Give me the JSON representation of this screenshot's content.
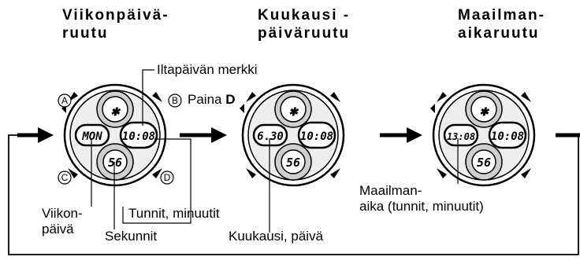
{
  "headings": {
    "weekday": "Viikonpäivä-\nruutu",
    "month_day": "Kuukausi -\npäiväruutu",
    "world_time": "Maailman-\naikaruutu"
  },
  "callouts": {
    "pm_indicator": "Iltapäivän merkki",
    "press_prefix": "Paina ",
    "press_key": "D",
    "weekday": "Viikon-\npäivä",
    "hours_minutes": "Tunnit, minuutit",
    "seconds": "Sekunnit",
    "month_day": "Kuukausi, päivä",
    "world_time": "Maailman-\naika (tunnit, minuutit)"
  },
  "watch_buttons": {
    "a": "A",
    "b": "B",
    "c": "C",
    "d": "D"
  },
  "watches": [
    {
      "left_display": "MON",
      "right_display": "10:08",
      "dial_center": "56",
      "top_symbol": "✱"
    },
    {
      "left_display": "6.30",
      "right_display": "10:08",
      "dial_center": "56",
      "top_symbol": "✱"
    },
    {
      "left_display": "13:08",
      "right_display": "10:08",
      "dial_center": "56",
      "top_symbol": "✱"
    }
  ],
  "colors": {
    "ink": "#000000",
    "background": "#ffffff",
    "watch_shade": "#d9d9d9"
  }
}
